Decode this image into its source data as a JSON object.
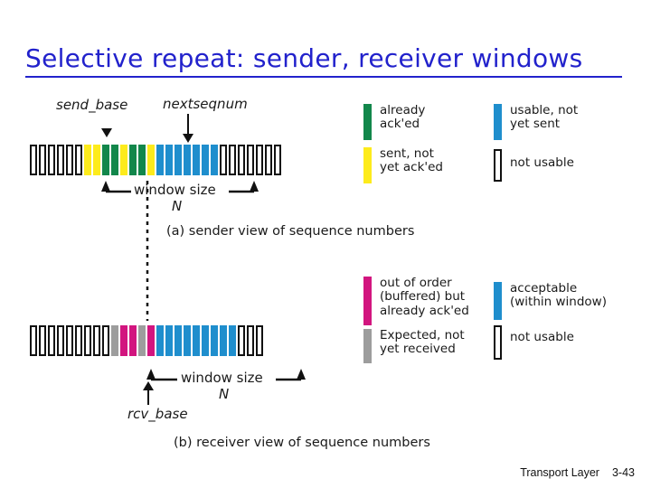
{
  "slide": {
    "title": "Selective repeat: sender, receiver windows",
    "title_color": "#2222cc",
    "footer_label": "Transport Layer",
    "footer_number": "3-43"
  },
  "sender": {
    "send_base_label": "send_base",
    "nextseqnum_label": "nextseqnum",
    "window_size_label": "window size",
    "window_size_n": "N",
    "caption": "(a) sender view of sequence numbers",
    "cells": [
      "empty",
      "empty",
      "empty",
      "empty",
      "empty",
      "empty",
      "yellow",
      "yellow",
      "green",
      "green",
      "yellow",
      "green",
      "green",
      "yellow",
      "blue",
      "blue",
      "blue",
      "blue",
      "blue",
      "blue",
      "blue",
      "empty",
      "empty",
      "empty",
      "empty",
      "empty",
      "empty",
      "empty"
    ],
    "send_base_index": 6,
    "nextseqnum_index": 14,
    "window_start_index": 6,
    "window_end_index": 20
  },
  "receiver": {
    "rcv_base_label": "rcv_base",
    "window_size_label": "window size",
    "window_size_n": "N",
    "caption": "(b) receiver view of sequence numbers",
    "cells": [
      "empty",
      "empty",
      "empty",
      "empty",
      "empty",
      "empty",
      "empty",
      "empty",
      "empty",
      "gray",
      "magenta",
      "magenta",
      "gray",
      "magenta",
      "blue",
      "blue",
      "blue",
      "blue",
      "blue",
      "blue",
      "blue",
      "blue",
      "blue",
      "empty",
      "empty",
      "empty"
    ],
    "rcv_base_index": 9,
    "window_start_index": 9,
    "window_end_index": 22
  },
  "legend": {
    "sender": [
      {
        "swatch": "green",
        "text": "already\nack'ed",
        "name": "already-acked"
      },
      {
        "swatch": "yellow",
        "text": "sent, not\nyet ack'ed",
        "name": "sent-not-yet-acked"
      },
      {
        "swatch": "blue",
        "text": "usable, not\nyet sent",
        "name": "usable-not-yet-sent"
      },
      {
        "swatch": "empty",
        "text": "not usable",
        "name": "not-usable"
      }
    ],
    "receiver": [
      {
        "swatch": "magenta",
        "text": "out of order\n(buffered) but\nalready ack'ed",
        "name": "out-of-order-buffered"
      },
      {
        "swatch": "gray",
        "text": "Expected, not\nyet received",
        "name": "expected-not-yet-received"
      },
      {
        "swatch": "blue",
        "text": "acceptable\n(within window)",
        "name": "acceptable-within-window"
      },
      {
        "swatch": "empty",
        "text": "not usable",
        "name": "not-usable"
      }
    ]
  },
  "colors": {
    "green": "#12874b",
    "yellow": "#fdeb1c",
    "blue": "#1f8ecd",
    "magenta": "#d2157f",
    "gray": "#9d9d9d",
    "outline": "#111111",
    "title": "#2222cc"
  }
}
